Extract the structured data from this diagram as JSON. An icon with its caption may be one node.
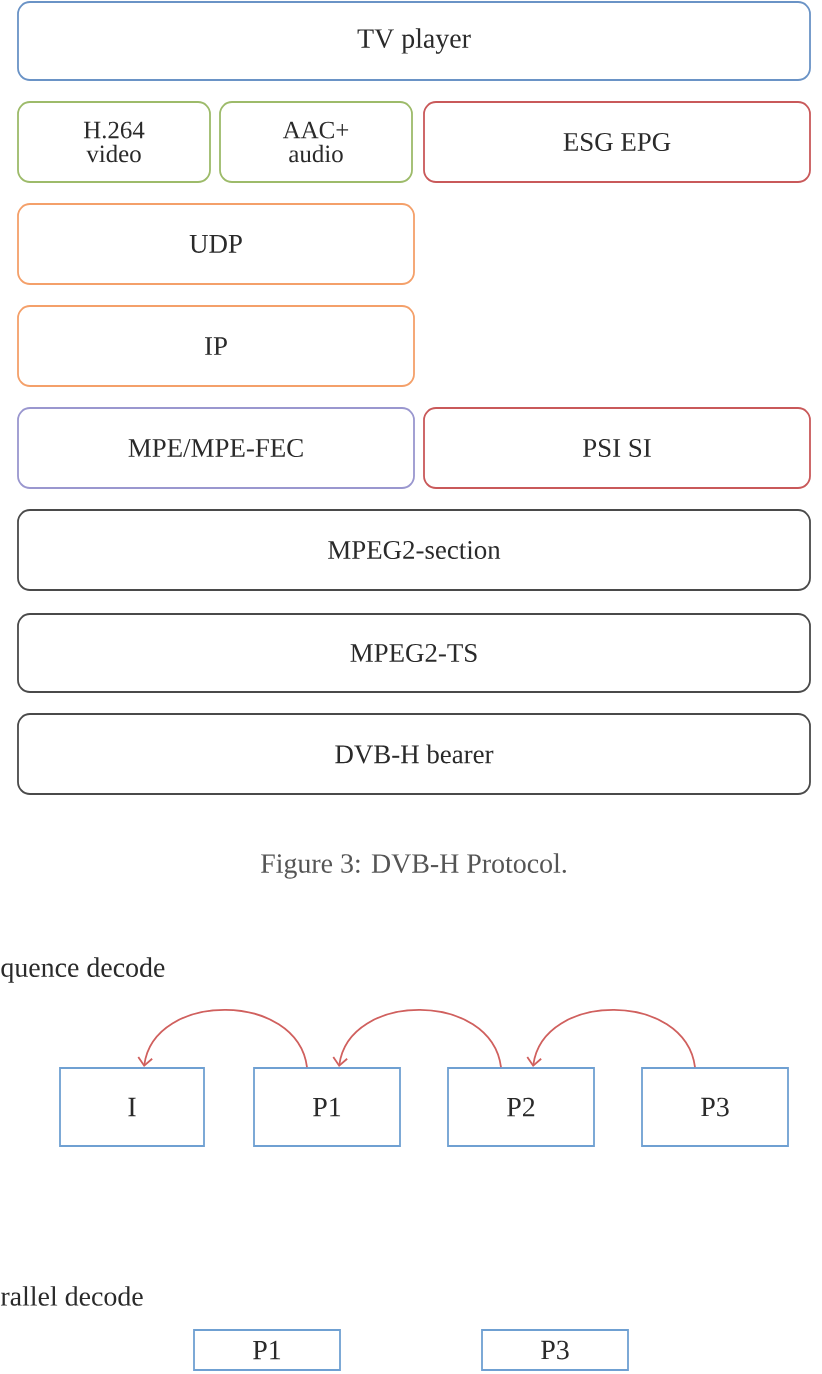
{
  "diagram": {
    "caption": "Figure 3: DVB-H Protocol.",
    "nodes": [
      {
        "text": [
          "TV player"
        ]
      },
      {
        "text": [
          "H.264 video"
        ]
      },
      {
        "text": [
          "AAC+ audio"
        ]
      },
      {
        "text": [
          "ESG EPG"
        ]
      },
      {
        "text": [
          "UDP"
        ]
      },
      {
        "text": [
          "IP"
        ]
      },
      {
        "text": [
          "MPE/MPE-FEC"
        ]
      },
      {
        "text": [
          "PSI SI"
        ]
      },
      {
        "text": [
          "MPEG2-section"
        ]
      },
      {
        "text": [
          "MPEG2-TS"
        ]
      },
      {
        "text": [
          "DVB-H bearer"
        ]
      },
      {
        "text": [
          "I"
        ]
      },
      {
        "text": [
          "P1"
        ]
      },
      {
        "text": [
          "P2"
        ]
      },
      {
        "text": [
          "P3"
        ]
      },
      {
        "text": [
          "P1"
        ]
      },
      {
        "text": [
          "P3"
        ]
      }
    ],
    "edges": [
      {
        "from": 12,
        "to": 11,
        "arrow": "to"
      },
      {
        "from": 13,
        "to": 12,
        "arrow": "to"
      },
      {
        "from": 14,
        "to": 13,
        "arrow": "to"
      }
    ],
    "labels": [
      "quence decode",
      "rallel decode"
    ]
  }
}
